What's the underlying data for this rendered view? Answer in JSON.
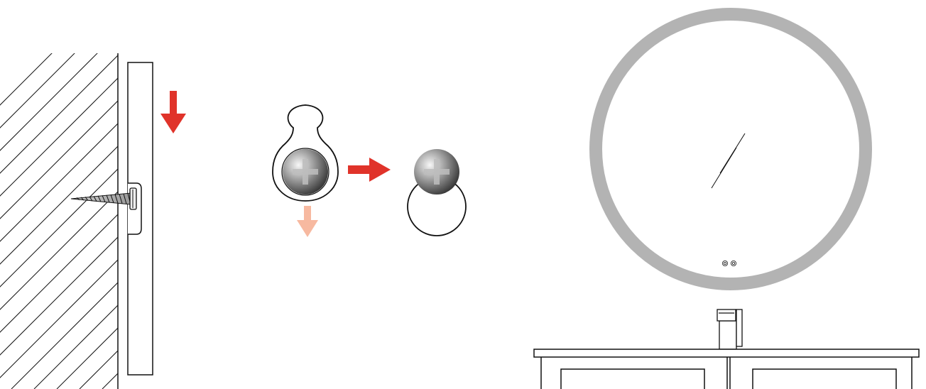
{
  "figure": {
    "panels": [
      {
        "id": "wall-section",
        "description_visible": false
      },
      {
        "id": "keyhole-hanger",
        "description_visible": false
      },
      {
        "id": "mirror-vanity",
        "description_visible": false
      }
    ]
  },
  "colors": {
    "line": "#111111",
    "arrow_primary": "#e0332a",
    "arrow_secondary": "#f7b9a0",
    "mirror_frame": "#b3b3b3",
    "screw_light": "#f2f2f2",
    "screw_dark": "#2b2b2b"
  },
  "icons": {
    "down_arrow": "arrow-down-icon",
    "right_arrow": "arrow-right-icon",
    "touch_buttons": "touch-button-icon"
  }
}
